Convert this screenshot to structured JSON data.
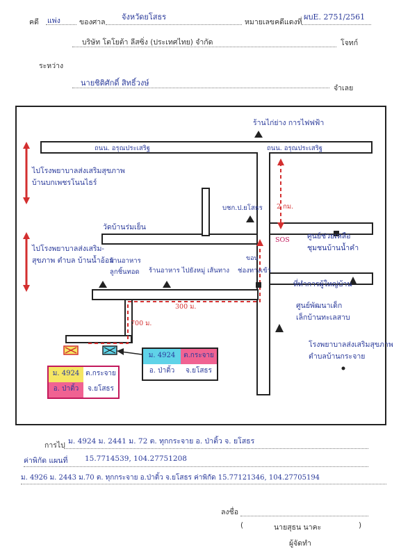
{
  "header": {
    "case_label": "คดี",
    "case_type": "แพ่ง",
    "court_label": "ของศาล",
    "court_name": "จังหวัดยโสธร",
    "case_no_label": "หมายเลขคดีแดงที่",
    "case_no": "ผบE. 2751/2561",
    "plaintiff": "บริษัท โตโยต้า ลีสซิ่ง (ประเทศไทย) จำกัด",
    "plaintiff_role": "โจทก์",
    "between_label": "ระหว่าง",
    "defendant": "นายชิติศักดิ์ สิทธิ์วงษ์",
    "defendant_role": "จำเลย"
  },
  "map": {
    "labels": {
      "road_top_left": "ถนน. อรุณประเสริฐ",
      "road_top_right": "ถนน. อรุณประเสริฐ",
      "shop": "ร้านไก่ย่าง การไฟฟฟ้า",
      "left_up": "ไปโรงพยาบาลส่งเสริมสุขภาพ\nบ้านบกเพชรโนนไธร์",
      "left_down": "ไปโรงพยาบาลส่งเสริม-\nสุขภาพ ตำบล บ้านน้ำอ้อม",
      "police": "บชก.ป.ยโสธร",
      "temple": "วัดบ้านร่มเย็น",
      "dist_2km": "2 กม.",
      "sos": "SOS",
      "health_center": "ศูนย์ช่วยเหลือ\nชุมชนบ้านน้ำคำ",
      "km_marker": "ขอบ",
      "mart_a": "ร้านอาหาร\nลูกชิ้นทอด",
      "mart_b": "ร้านอาหาร ไปยังหมู่ เส้นทาง",
      "mart_c": "ช่องทางเข้า",
      "village_head": "ที่ทำการผู้ใหญ่บ้าน",
      "child_center": "ศูนย์พัฒนาเด็ก\nเล็กบ้านทะเลสาบ",
      "dist_300": "300 ม.",
      "dist_700": "700 ม.",
      "hospital_right": "โรงพยาบาลส่งเสริมสุขภาพ\nตำบลบ้านกระจาย",
      "legend_right_1": "ม. 4924",
      "legend_right_2": "ต.กระจาย",
      "legend_right_3": "อ. ป่าติ้ว",
      "legend_right_4": "จ.ยโสธร",
      "legend_left_1": "ม. 4924",
      "legend_left_2": "ต.กระจาย",
      "legend_left_3": "อ. ป่าติ้ว",
      "legend_left_4": "จ.ยโสธร"
    }
  },
  "footer": {
    "route_label": "การไป",
    "route_value": "ม. 4924  ม. 2441  ม. 72    ต. ทุกกระจาย    อ. ป่าติ้ว  จ. ยโสธร",
    "coord_label": "ค่าพิกัด แผนที่",
    "coord_value": "15.7714539, 104.27751208",
    "address_line": "ม. 4926  ม. 2443  ม.70   ต. ทุกกระจาย  อ.ป่าติ้ว  จ.ยโสธร  ค่าพิกัด 15.77121346, 104.27705194",
    "sign_label": "ลงชื่อ",
    "signer_name": "นายสุธน นาคะ",
    "signer_role": "ผู้จัดทำ"
  },
  "colors": {
    "ink_blue": "#2a3a9a",
    "route_red": "#d32f2f",
    "legend_pink": "#c2185b",
    "yellow": "#f5e663",
    "cyan": "#5fd3e8"
  }
}
